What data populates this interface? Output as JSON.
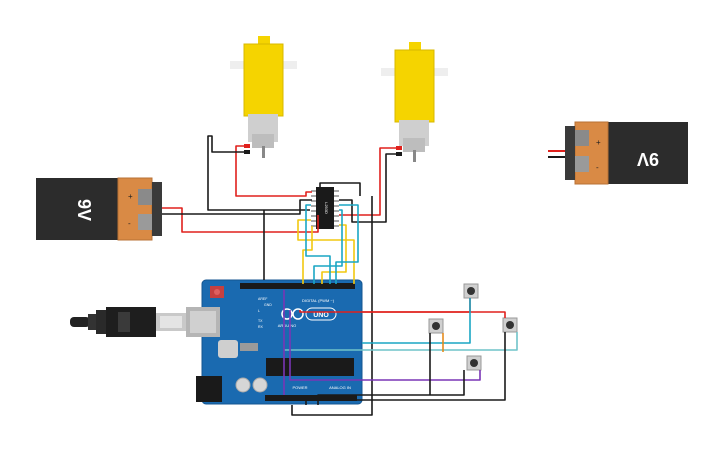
{
  "battery_left": {
    "label": "9V",
    "plus": "+",
    "minus": "-"
  },
  "battery_right": {
    "label": "9V",
    "plus": "+",
    "minus": "-"
  },
  "driver_chip": {
    "label": "L293D"
  },
  "arduino": {
    "brand": "ARDUINO",
    "model": "UNO",
    "digital_label": "DIGITAL (PWM ~)",
    "power_label": "POWER",
    "analog_label": "ANALOG IN",
    "aref": "AREF",
    "gnd": "GND",
    "tx": "TX",
    "rx": "RX",
    "l": "L"
  },
  "wire_colors": {
    "red": "#e0211d",
    "black": "#1a1a1a",
    "yellow": "#f2c811",
    "cyan": "#1aa6c4",
    "purple": "#7a35b5",
    "orange": "#e58a1c",
    "teal": "#6fc3c9"
  },
  "components": {
    "motors": 2,
    "batteries": 2,
    "pushbuttons": 4,
    "ic": "L293D",
    "board": "Arduino UNO"
  }
}
